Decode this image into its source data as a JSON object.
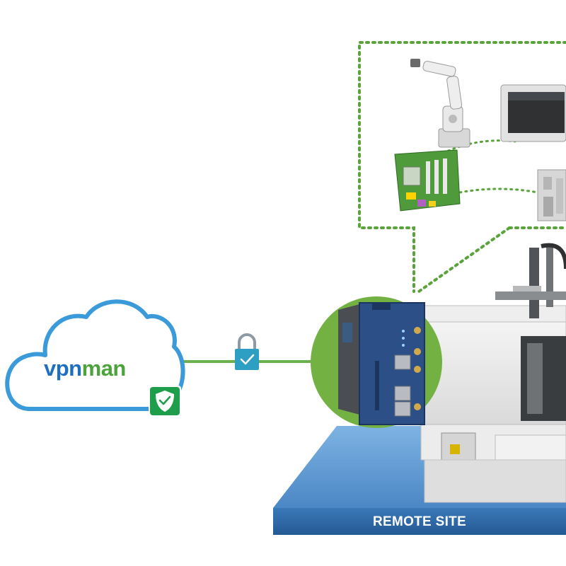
{
  "cloud": {
    "brand_part1": "vpn",
    "brand_part2": "man"
  },
  "site": {
    "label": "REMOTE SITE"
  },
  "icons": {
    "cloud": "cloud-icon",
    "shield": "shield-check-icon",
    "lock": "padlock-check-icon",
    "router": "industrial-router-icon",
    "robot": "robot-arm-icon",
    "monitor": "hmi-monitor-icon",
    "board": "motherboard-icon",
    "plc": "plc-module-icon",
    "machine": "injection-molding-machine-icon"
  },
  "colors": {
    "cloud_stroke": "#3b9ad9",
    "brand_blue": "#1f6fc1",
    "brand_green": "#4ba43a",
    "link_green": "#6ab04c",
    "dotted_green": "#5aa33b",
    "router_circle": "#73b242",
    "lock_teal": "#2d9fc2",
    "platform_blue": "#4e8cc8",
    "site_bar": "#2f6aa8"
  }
}
